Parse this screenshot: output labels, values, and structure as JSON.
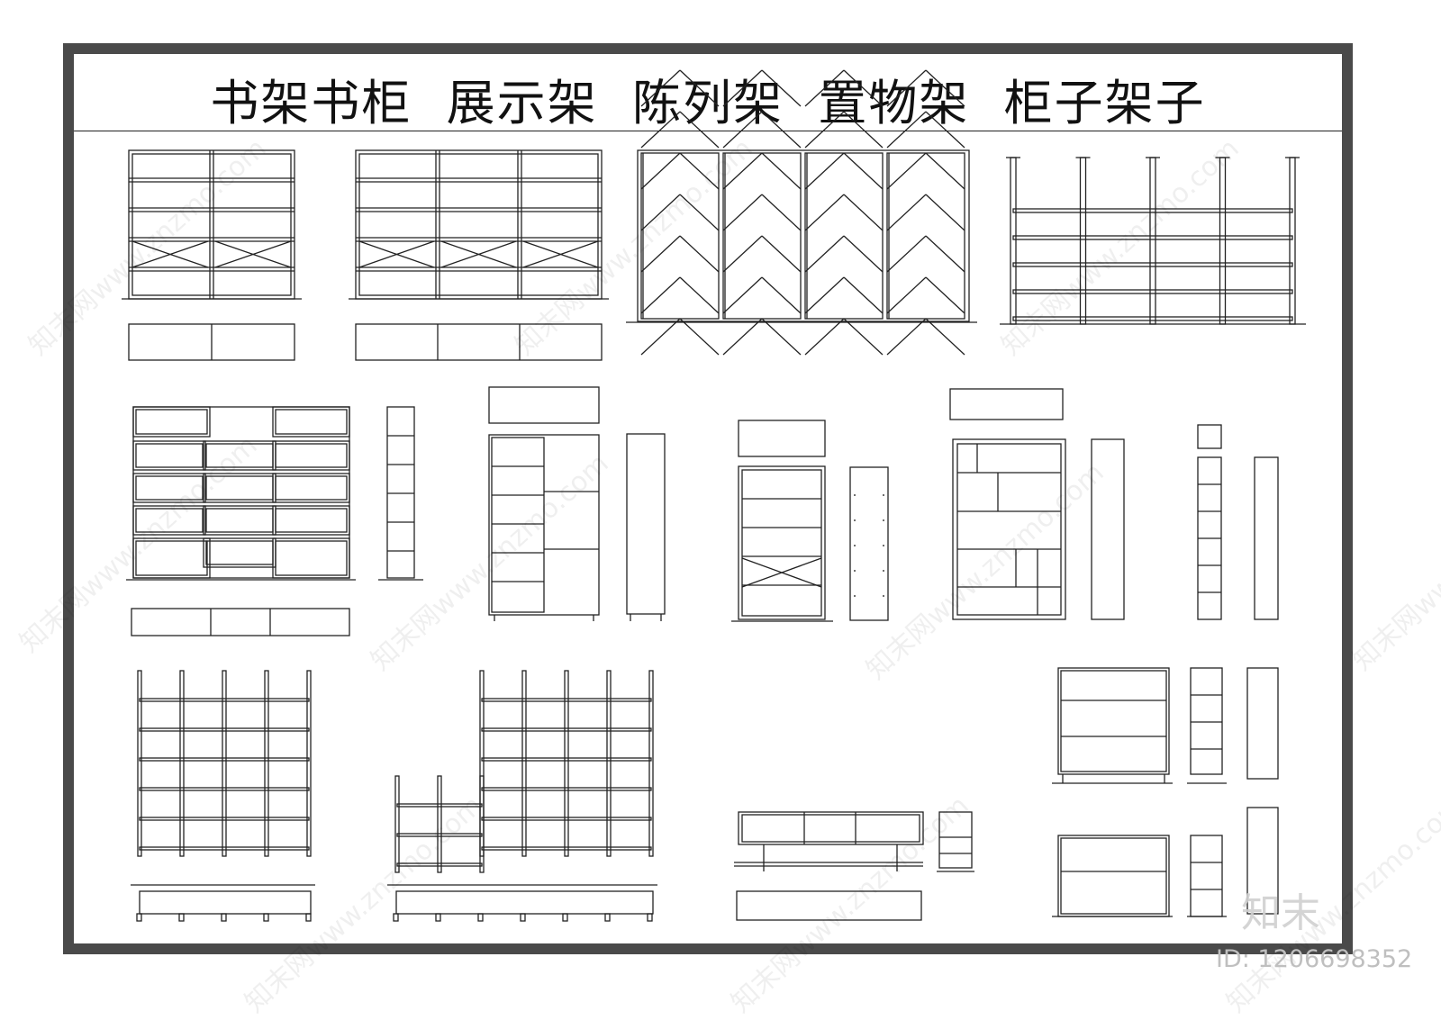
{
  "title": "书架书柜  展示架  陈列架  置物架  柜子架子",
  "logo_text": "知末",
  "id_text": "ID: 1206698352",
  "watermark_text": "知末网www.znzmo.com",
  "colors": {
    "frame": "#4a4a4a",
    "line": "#222222",
    "watermark": "#000000"
  }
}
